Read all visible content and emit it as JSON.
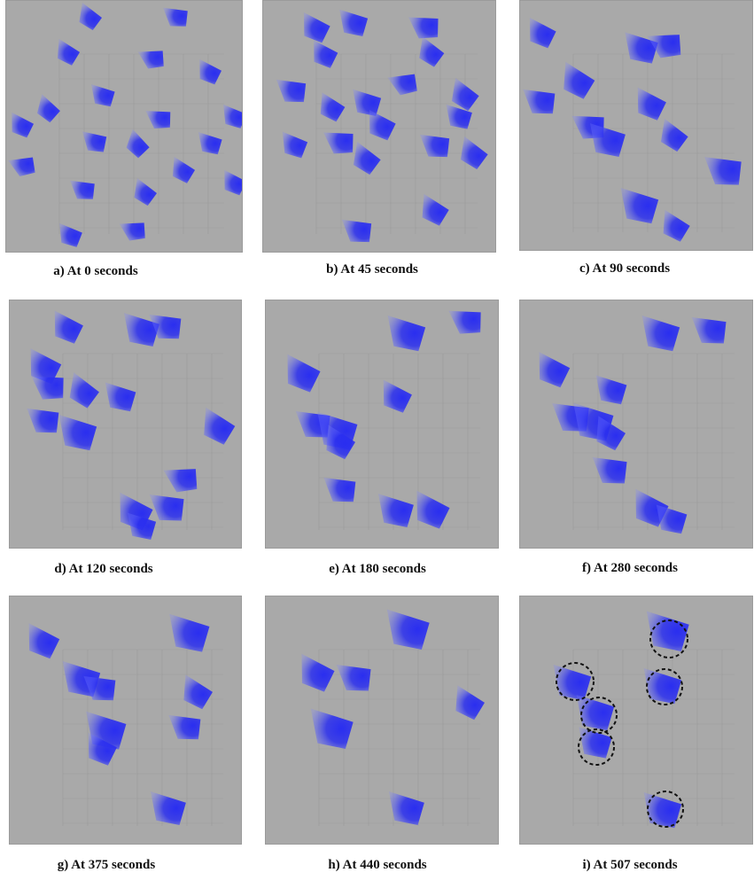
{
  "figure": {
    "panels": [
      {
        "caption": "a) At 0 seconds"
      },
      {
        "caption": "b) At 45 seconds"
      },
      {
        "caption": "c) At 90 seconds"
      },
      {
        "caption": "d) At 120 seconds"
      },
      {
        "caption": "e) At 180 seconds"
      },
      {
        "caption": "f) At 280 seconds"
      },
      {
        "caption": "g) At 375 seconds"
      },
      {
        "caption": "h) At 440 seconds"
      },
      {
        "caption": "i) At 507 seconds"
      }
    ]
  },
  "colors": {
    "arena": "#a9a9a9",
    "robot_core": "#2a2ef0",
    "robot_edge": "#7b82ff",
    "cluster_marker": "#111111"
  }
}
